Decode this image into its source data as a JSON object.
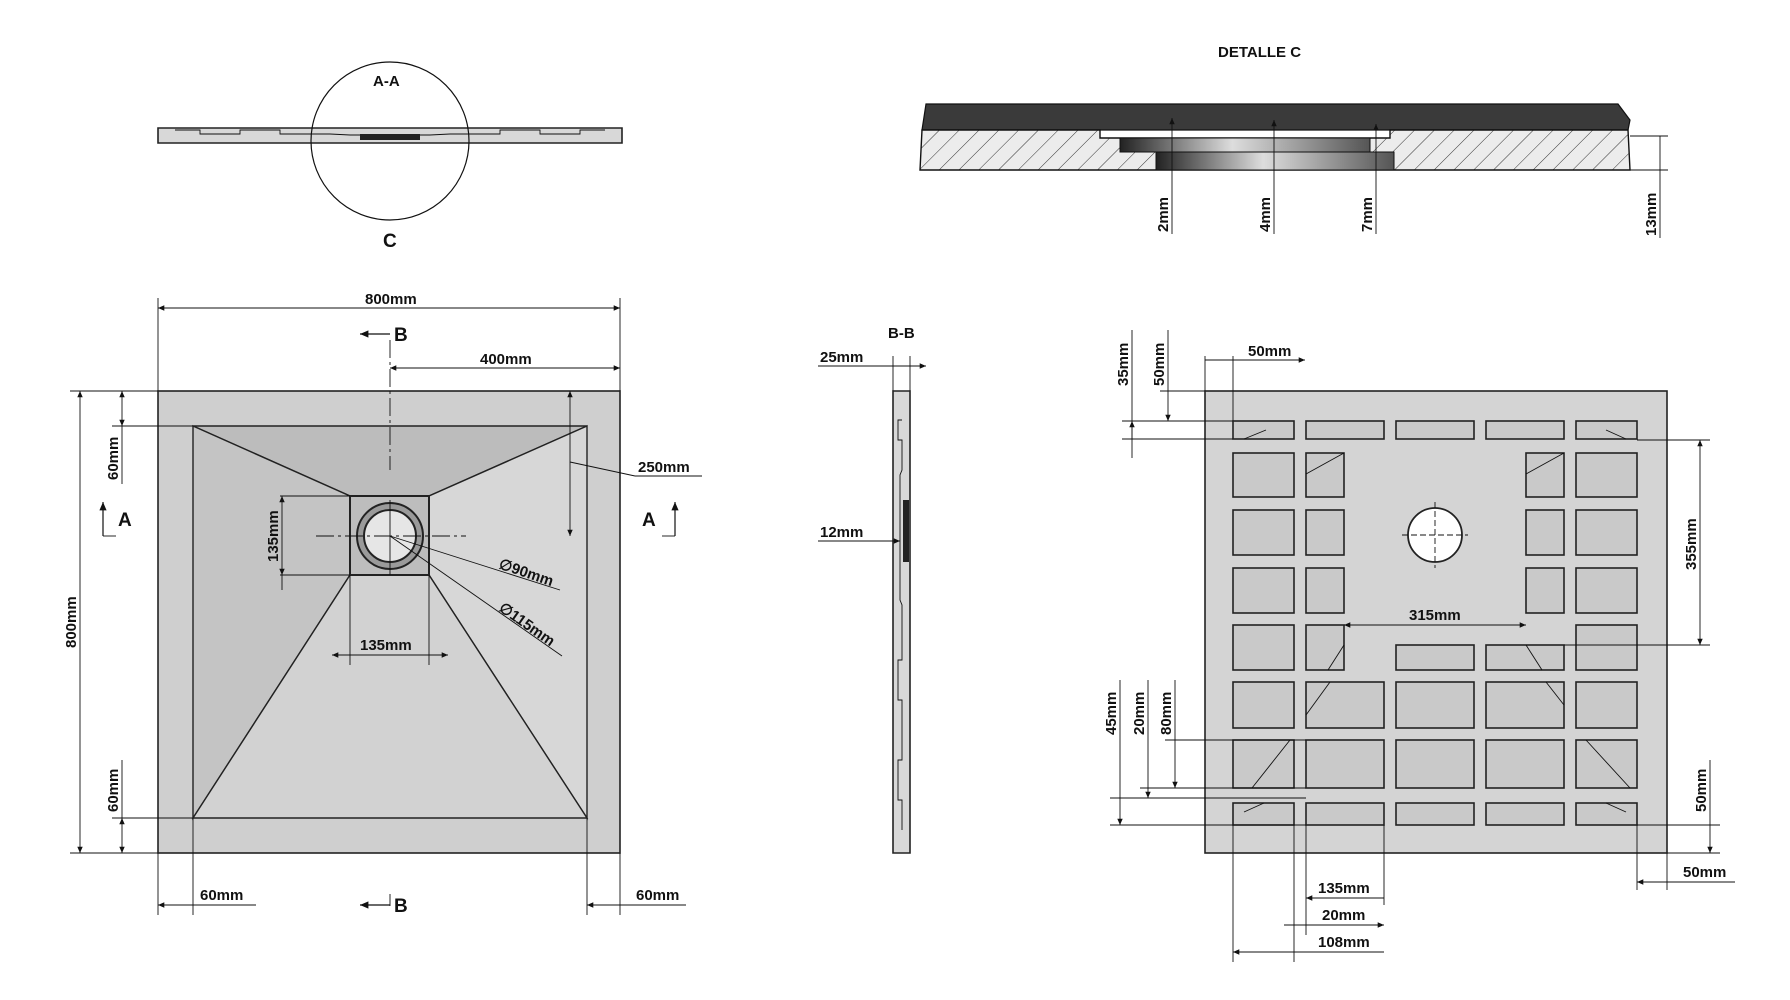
{
  "section_aa": {
    "label": "A-A",
    "detail_marker": "C"
  },
  "detail_c": {
    "title": "DETALLE    C",
    "dims": {
      "d2": "2mm",
      "d4": "4mm",
      "d7": "7mm",
      "d13": "13mm"
    }
  },
  "top_view": {
    "width": "800mm",
    "height": "800mm",
    "half": "400mm",
    "slope": "250mm",
    "margin_top": "60mm",
    "margin_bottom": "60mm",
    "margin_left": "60mm",
    "margin_right": "60mm",
    "drain_h": "135mm",
    "drain_w": "135mm",
    "diam_inner": "∅90mm",
    "diam_outer": "∅115mm",
    "cut_a": "A",
    "cut_b": "B"
  },
  "section_bb": {
    "label": "B-B",
    "thickness": "25mm",
    "drain_depth": "12mm"
  },
  "bottom_view": {
    "d50_top": "50mm",
    "d35": "35mm",
    "d50_v": "50mm",
    "d355": "355mm",
    "d315": "315mm",
    "d45": "45mm",
    "d20_v": "20mm",
    "d80": "80mm",
    "d50_right": "50mm",
    "d50_corner": "50mm",
    "d135": "135mm",
    "d20": "20mm",
    "d108": "108mm"
  }
}
